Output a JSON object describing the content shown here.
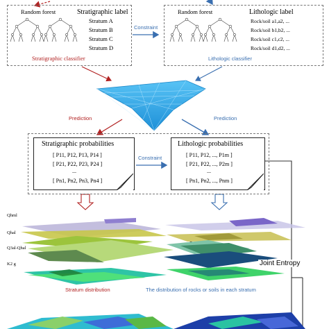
{
  "stratigraphic_classifier": {
    "forest_label": "Random forest",
    "label_title": "Stratigraphic label",
    "strata": [
      "Stratum A",
      "Stratum B",
      "Stratum C",
      "Stratum D"
    ],
    "caption": "Stratigraphic classifier"
  },
  "lithologic_classifier": {
    "forest_label": "Random forest",
    "label_title": "Lithologic label",
    "rocks": [
      "Rock/soil a1,a2, ...",
      "Rock/soil b1,b2, ...",
      "Rock/soil c1,c2, ...",
      "Rock/soil d1,d2, ..."
    ],
    "caption": "Lithologic classifier"
  },
  "constraint_top": "Constraint",
  "prediction_left": "Prediction",
  "prediction_right": "Prediction",
  "stratigraphic_probabilities": {
    "title": "Stratigraphic probabilities",
    "rows": [
      "[ P11, P12, P13, P14 ]",
      "[ P21, P22, P23, P24 ]",
      "...",
      "[ Pn1, Pn2, Pn3, Pn4 ]"
    ]
  },
  "lithologic_probabilities": {
    "title": "Lithologic probabilities",
    "rows": [
      "[ P11, P12, ..., P1m ]",
      "[ P21, P22, ..., P2m ]",
      "...",
      "[ Pn1, Pn2, ..., Pnm ]"
    ]
  },
  "constraint_mid": "Constraint",
  "layer_labels": [
    "Qhml",
    "Qhal",
    "Q3al-Qhal",
    "K2 g"
  ],
  "stratum_distribution": "Stratum distribution",
  "rock_distribution": "The distribution of rocks or soils in each stratum",
  "joint_entropy": "Joint Entropy",
  "colors": {
    "red_arrow": "#b22222",
    "blue_arrow": "#3a6fb0",
    "mesh": "#2aa7e8"
  }
}
